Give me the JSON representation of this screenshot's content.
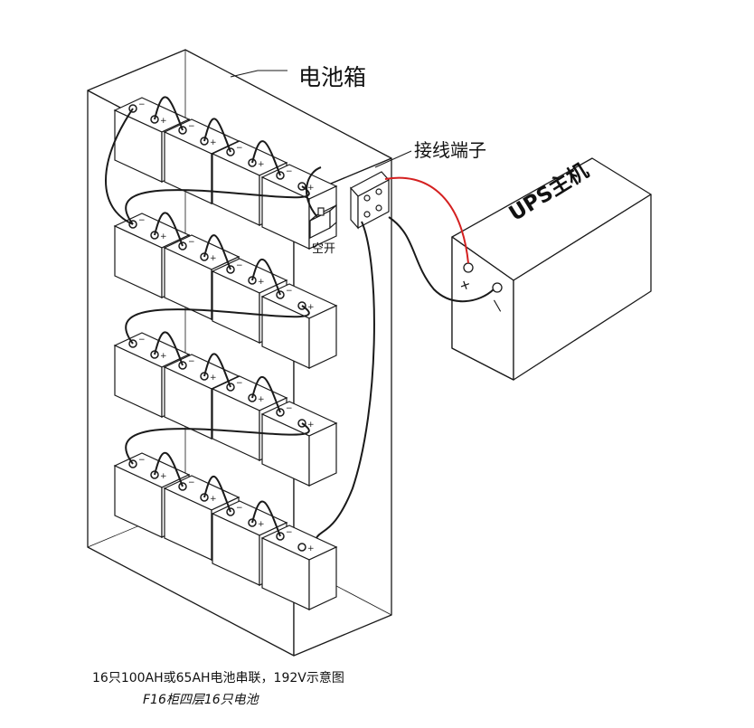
{
  "labels": {
    "battery_box": "电池箱",
    "terminal": "接线端子",
    "breaker": "空开",
    "ups_host": "UPS主机",
    "ups_plus": "+",
    "ups_minus": "—"
  },
  "caption": {
    "line1": "16只100AH或65AH电池串联，192V示意图",
    "line2": "F16柜四层16只电池"
  },
  "battery_terminal_labels": {
    "positive": "+",
    "negative": "−"
  },
  "colors": {
    "outline": "#1a1a1a",
    "positive_cable": "#d42020",
    "background": "#ffffff"
  },
  "icons": [
    "breaker-icon",
    "terminal-block-icon"
  ]
}
